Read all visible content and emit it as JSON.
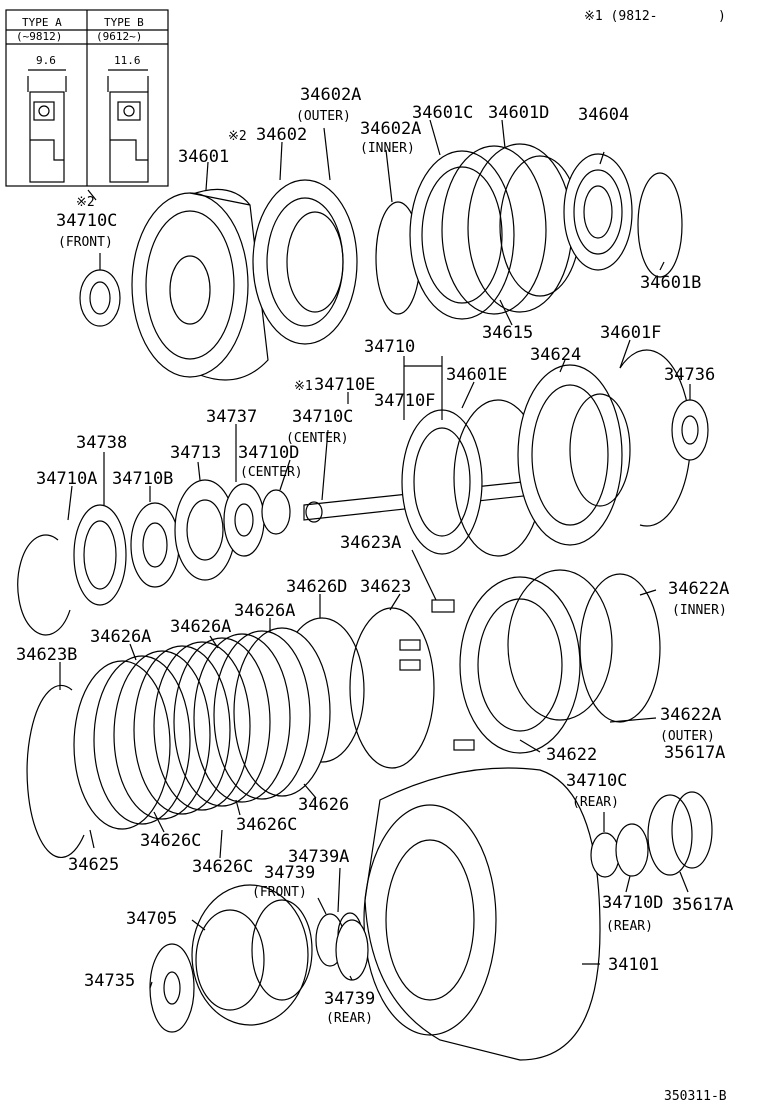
{
  "header_note": "※1 (9812-",
  "header_close": ")",
  "inset": {
    "type_a": "TYPE A",
    "type_a_range": "(~9812)",
    "type_a_dim": "9.6",
    "type_b": "TYPE B",
    "type_b_range": "(9612~)",
    "type_b_dim": "11.6",
    "note_mark": "※2"
  },
  "labels": {
    "p34601": "34601",
    "p34602_mark": "※2",
    "p34602": "34602",
    "p34602A_outer": "34602A",
    "outer": "(OUTER)",
    "p34602A_inner": "34602A",
    "inner": "(INNER)",
    "p34601C": "34601C",
    "p34601D": "34601D",
    "p34604": "34604",
    "p34710C_front": "34710C",
    "front": "(FRONT)",
    "p34601B": "34601B",
    "p34615": "34615",
    "p34710": "34710",
    "p34601F": "34601F",
    "p34624": "34624",
    "p34736": "34736",
    "p34710E_mark": "※1",
    "p34710E": "34710E",
    "p34601E": "34601E",
    "p34737": "34737",
    "p34710F": "34710F",
    "p34710C_center": "34710C",
    "center": "(CENTER)",
    "p34738": "34738",
    "p34713": "34713",
    "p34710D_center": "34710D",
    "center2": "(CENTER)",
    "p34710A": "34710A",
    "p34710B": "34710B",
    "p34623A": "34623A",
    "p34626D": "34626D",
    "p34623": "34623",
    "p34622A_inner": "34622A",
    "inner2": "(INNER)",
    "p34626A_1": "34626A",
    "p34626A_2": "34626A",
    "p34626A_3": "34626A",
    "p34623B": "34623B",
    "p34622A_outer": "34622A",
    "outer2": "(OUTER)",
    "p34622": "34622",
    "p35617A_top": "35617A",
    "p34710C_rear": "34710C",
    "rear": "(REAR)",
    "p34626": "34626",
    "p34626C_1": "34626C",
    "p34626C_2": "34626C",
    "p34625": "34625",
    "p34626C_3": "34626C",
    "p34739A": "34739A",
    "p34739_front": "34739",
    "front2": "(FRONT)",
    "p34710D_rear": "34710D",
    "rear2": "(REAR)",
    "p35617A_bot": "35617A",
    "p34705": "34705",
    "p34101": "34101",
    "p34735": "34735",
    "p34739_rear": "34739",
    "rear3": "(REAR)"
  },
  "footer_code": "350311-B"
}
